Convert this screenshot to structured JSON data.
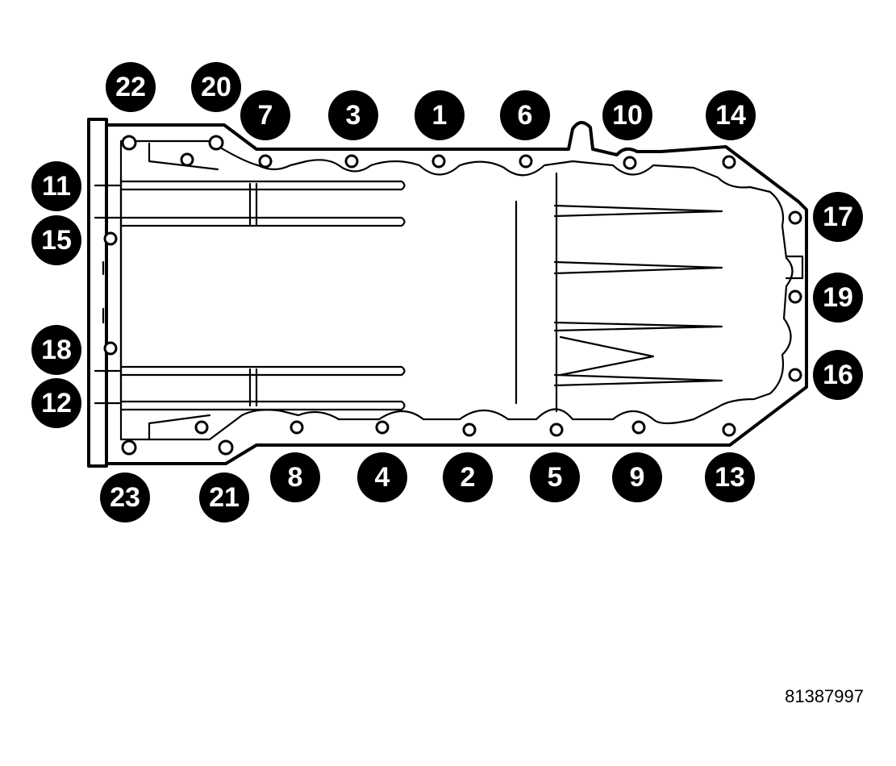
{
  "diagram": {
    "reference_number": "81387997",
    "badges": [
      "1",
      "2",
      "3",
      "4",
      "5",
      "6",
      "7",
      "8",
      "9",
      "10",
      "11",
      "12",
      "13",
      "14",
      "15",
      "16",
      "17",
      "18",
      "19",
      "20",
      "21",
      "22",
      "23"
    ],
    "colors": {
      "stroke": "#000000",
      "badge_fill": "#000000",
      "badge_text": "#ffffff",
      "background": "#ffffff"
    }
  }
}
